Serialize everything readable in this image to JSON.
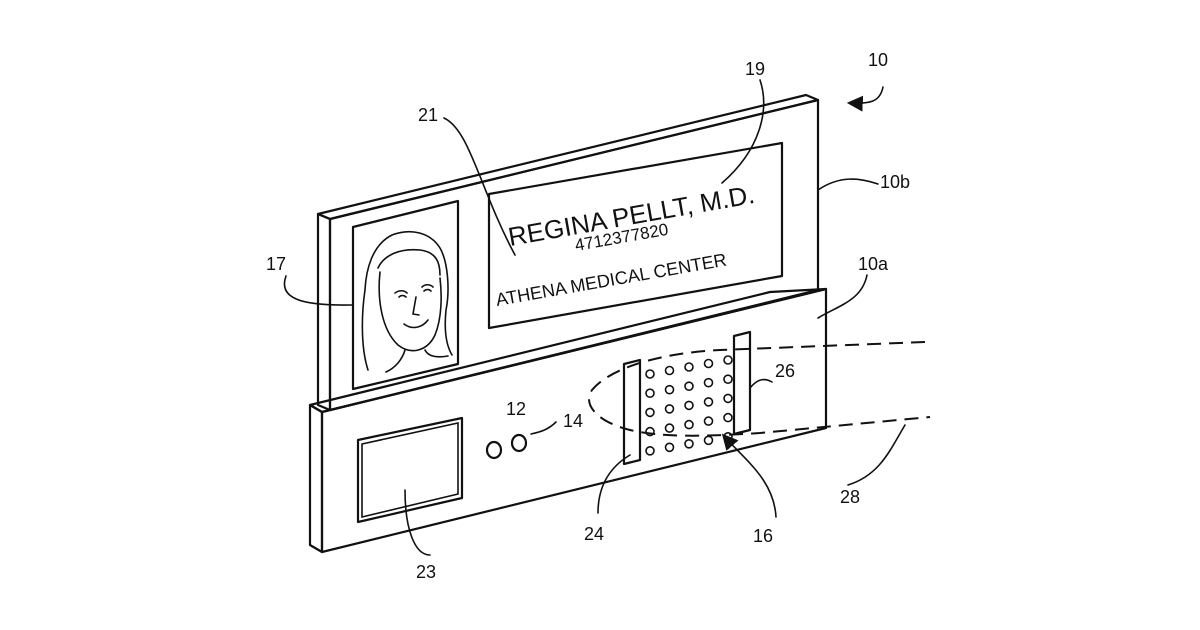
{
  "badge": {
    "name": "REGINA PELLT, M.D.",
    "id_number": "4712377820",
    "organization": "ATHENA MEDICAL CENTER"
  },
  "reference_numerals": {
    "device": "10",
    "upper_part": "10b",
    "lower_part": "10a",
    "lights_1": "12",
    "lights_2": "14",
    "sensor_array": "16",
    "photo": "17",
    "name_field": "19",
    "text_area": "21",
    "display": "23",
    "left_electrode": "24",
    "right_electrode": "26",
    "finger": "28"
  }
}
